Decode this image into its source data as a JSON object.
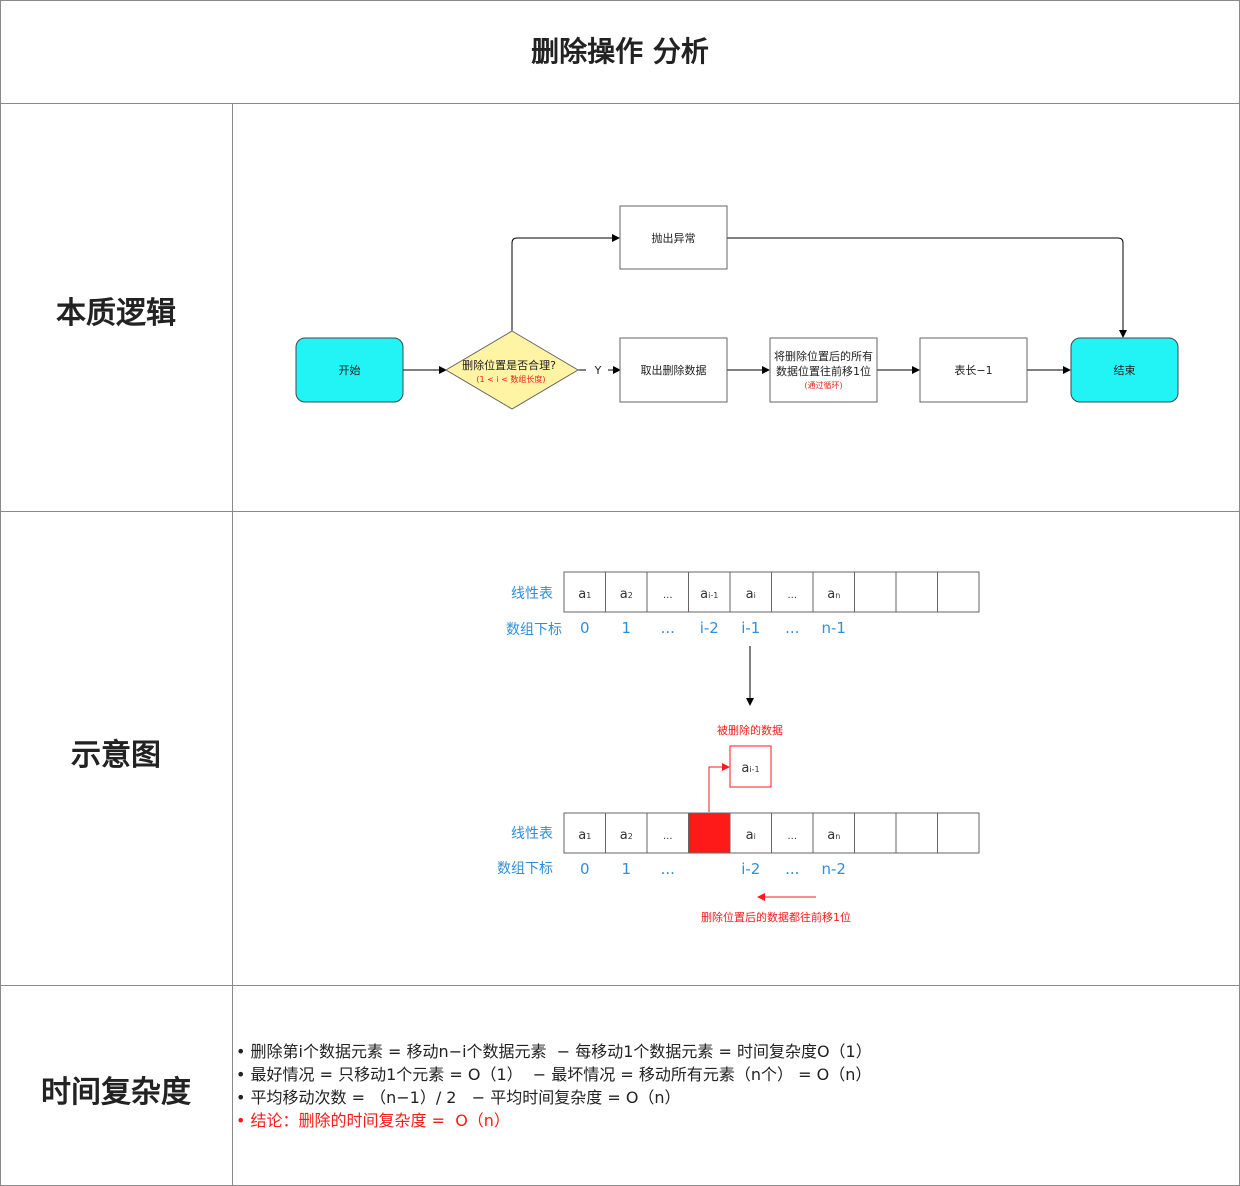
{
  "title": "删除操作 分析",
  "sections": {
    "logic": "本质逻辑",
    "diagram": "示意图",
    "complexity": "时间复杂度"
  },
  "flow": {
    "start": "开始",
    "decision": "删除位置是否合理?",
    "decision_note": "(1 < i < 数组长度)",
    "yes": "Y",
    "throw": "抛出异常",
    "fetch": "取出删除数据",
    "shift_line1": "将删除位置后的所有",
    "shift_line2": "数据位置往前移1位",
    "shift_note": "(通过循环)",
    "len": "表长−1",
    "end": "结束",
    "terminal_color": "#22f3f5",
    "decision_color": "#fff4a3"
  },
  "illustration": {
    "label_list": "线性表",
    "label_index": "数组下标",
    "top_cells": [
      {
        "main": "a",
        "sub": "1"
      },
      {
        "main": "a",
        "sub": "2"
      },
      {
        "main": "...",
        "sub": ""
      },
      {
        "main": "a",
        "sub": "i-1"
      },
      {
        "main": "a",
        "sub": "i"
      },
      {
        "main": "...",
        "sub": ""
      },
      {
        "main": "a",
        "sub": "n"
      },
      {
        "main": "",
        "sub": ""
      },
      {
        "main": "",
        "sub": ""
      },
      {
        "main": "",
        "sub": ""
      }
    ],
    "top_index": [
      "0",
      "1",
      "...",
      "i-2",
      "i-1",
      "...",
      "n-1"
    ],
    "removed_label": "被删除的数据",
    "removed_cell": {
      "main": "a",
      "sub": "i-1"
    },
    "bottom_cells": [
      {
        "main": "a",
        "sub": "1"
      },
      {
        "main": "a",
        "sub": "2"
      },
      {
        "main": "...",
        "sub": ""
      },
      {
        "main": "",
        "sub": ""
      },
      {
        "main": "a",
        "sub": "i"
      },
      {
        "main": "...",
        "sub": ""
      },
      {
        "main": "a",
        "sub": "n"
      },
      {
        "main": "",
        "sub": ""
      },
      {
        "main": "",
        "sub": ""
      },
      {
        "main": "",
        "sub": ""
      }
    ],
    "bottom_index": [
      "0",
      "1",
      "...",
      "",
      "i-2",
      "...",
      "n-2"
    ],
    "shift_note": "删除位置后的数据都往前移1位",
    "blue": "#2e8fdc",
    "red": "#ff1a1a"
  },
  "complexity": {
    "lines": [
      "• 删除第i个数据元素 = 移动n−i个数据元素  − 每移动1个数据元素 = 时间复杂度O（1）",
      "• 最好情况 = 只移动1个元素 = O（1）  − 最坏情况 = 移动所有元素（n个） = O（n）",
      "• 平均移动次数 = （n−1）/ 2   − 平均时间复杂度 = O（n）"
    ],
    "conclusion": "• 结论：删除的时间复杂度 =  O（n）"
  }
}
